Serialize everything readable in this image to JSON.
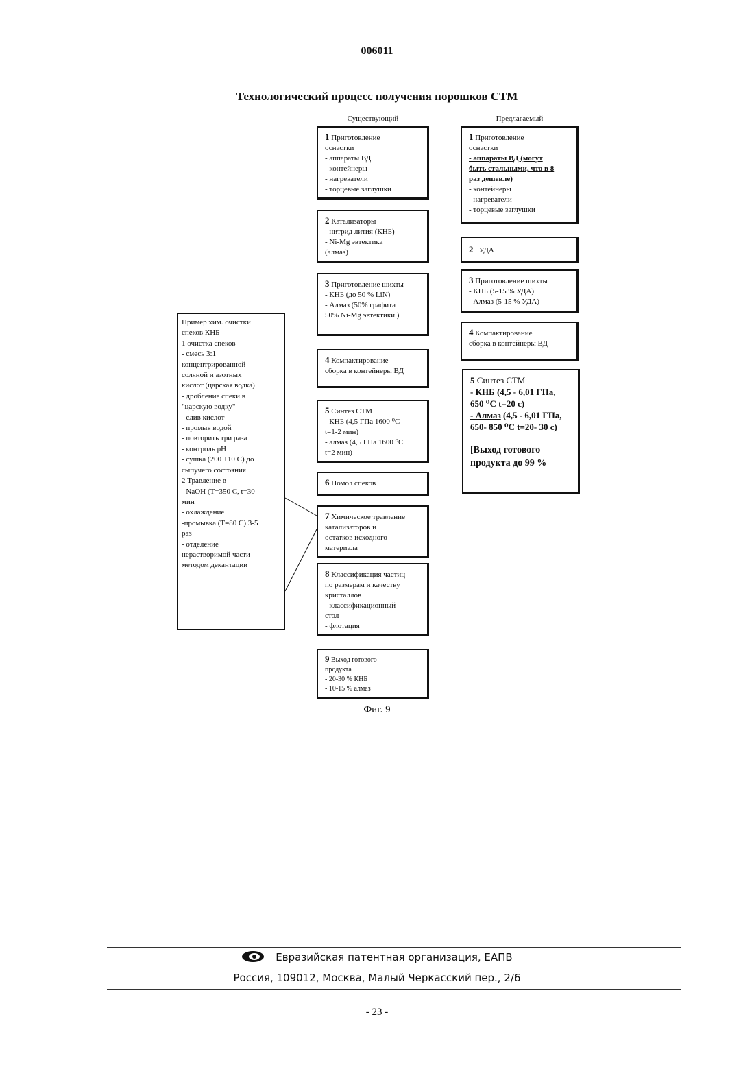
{
  "header": {
    "doc_number": "006011"
  },
  "figure": {
    "title": "Технологический процесс получения порошков СТМ",
    "caption": "Фиг. 9",
    "columns": {
      "existing": "Существующий",
      "proposed": "Предлагаемый"
    },
    "existing_steps": [
      {
        "num": "1",
        "title": "Приготовление",
        "lines": [
          "оснастки",
          "- аппараты ВД",
          "- контейнеры",
          "- нагреватели",
          "- торцевые заглушки"
        ]
      },
      {
        "num": "2",
        "title": "Катализаторы",
        "lines": [
          "- нитрид лития (КНБ)",
          "- Ni-Mg эвтектика",
          "(алмаз)"
        ]
      },
      {
        "num": "3",
        "title": "Приготовление шихты",
        "lines": [
          "- КНБ (до 50 % LiN)",
          "- Алмаз (50% графита",
          "50% Ni-Mg эвтектики )"
        ]
      },
      {
        "num": "4",
        "title": "Компактирование",
        "lines": [
          "сборка в контейнеры ВД"
        ]
      },
      {
        "num": "5",
        "title": "Синтез СТМ",
        "lines": [
          "- КНБ (4,5 ГПа 1600 ⁰С",
          "t=1-2 мин)",
          "- алмаз (4,5 ГПа 1600 ⁰С",
          "t=2 мин)"
        ]
      },
      {
        "num": "6",
        "title": "Помол спеков",
        "lines": []
      },
      {
        "num": "7",
        "title": "Химическое травление",
        "lines": [
          "катализаторов и",
          "остатков исходного",
          "материала"
        ]
      },
      {
        "num": "8",
        "title": "Классификация частиц",
        "lines": [
          "по размерам и качеству",
          "кристаллов",
          "- классификационный",
          "стол",
          "- флотация"
        ]
      },
      {
        "num": "9",
        "title": "Выход готового",
        "lines": [
          "продукта",
          "- 20-30 % КНБ",
          "- 10-15 % алмаз"
        ]
      }
    ],
    "proposed_steps": [
      {
        "num": "1",
        "title": "Приготовление",
        "lines": [
          "оснастки"
        ],
        "underlined": [
          "- аппараты ВД (могут",
          "быть стальными, что в 8",
          "раз дешевле)"
        ],
        "rest": [
          "- контейнеры",
          "- нагреватели",
          "- торцевые заглушки"
        ]
      },
      {
        "num": "2",
        "title": "УДА",
        "lines": []
      },
      {
        "num": "3",
        "title": "Приготовление шихты",
        "lines": [
          "- КНБ (5-15 % УДА)",
          "- Алмаз (5-15 % УДА)"
        ]
      },
      {
        "num": "4",
        "title": "Компактирование",
        "lines": [
          "сборка в контейнеры ВД"
        ]
      },
      {
        "num": "5",
        "title": "Синтез СТМ",
        "knb_label": "- КНБ",
        "knb_rest": " (4,5 - 6,01 ГПа,",
        "knb_line2": "650 ⁰С  t=20 с)",
        "diamond_label": "- Алмаз",
        "diamond_rest": " (4,5 - 6,01 ГПа,",
        "diamond_line2": "650- 850 ⁰С   t=20- 30 с)",
        "result": "[Выход готового продукта до 99 %"
      }
    ],
    "side_note": {
      "lines": [
        "Пример хим. очистки",
        "спеков КНБ",
        "1 очистка спеков",
        "- смесь 3:1",
        "концентрированной",
        "соляной и азотных",
        "кислот (царская водка)",
        "- дробление спеки в",
        "\"царскую водку\"",
        "- слив кислот",
        "- промыв водой",
        "- повторить три раза",
        "- контроль pH",
        "- сушка (200 ±10 С) до",
        "сыпучего состояния",
        "2 Травление в",
        "- NaOH (T=350 C, t=30",
        "мин",
        "- охлаждение",
        "-промывка (T=80 C) 3-5",
        "раз",
        "- отделение",
        "нерастворимой части",
        "методом декантации"
      ]
    }
  },
  "footer": {
    "org": "Евразийская патентная организация, ЕАПВ",
    "address": "Россия, 109012, Москва, Малый Черкасский пер., 2/6",
    "page": "- 23 -"
  }
}
